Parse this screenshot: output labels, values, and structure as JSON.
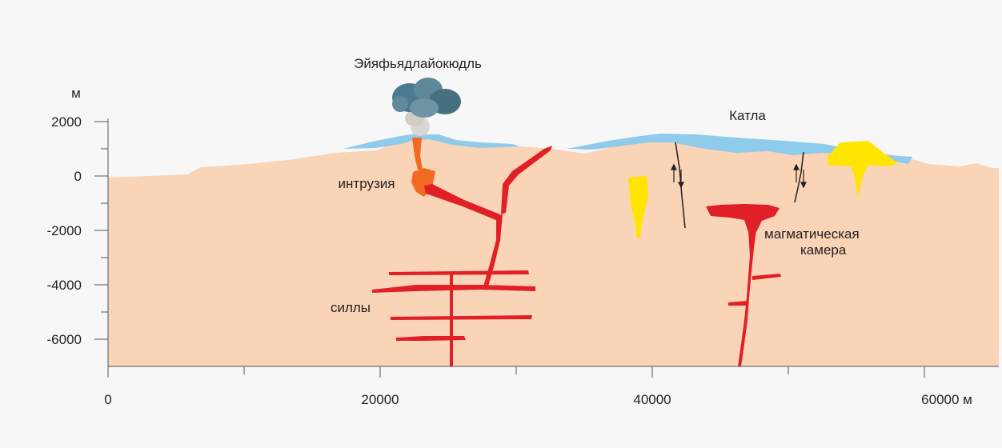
{
  "colors": {
    "background": "#f7f7f7",
    "crust": "#f9d4b7",
    "ice": "#8fcbeb",
    "magma": "#e11f26",
    "intrusion": "#f26a21",
    "old_magma": "#ffe500",
    "ash": "#4d7a8f",
    "axis": "#555555"
  },
  "y_axis": {
    "unit": "м",
    "ticks": [
      "2000",
      "0",
      "-2000",
      "-4000",
      "-6000"
    ]
  },
  "x_axis": {
    "ticks": [
      "0",
      "20000",
      "40000"
    ],
    "last_tick": "60000 м"
  },
  "labels": {
    "volcano_1": "Эйяфьядлайокюдль",
    "volcano_2": "Катла",
    "intrusion": "интрузия",
    "magma_chamber_line1": "магматическая",
    "magma_chamber_line2": "камера",
    "sills": "силлы"
  },
  "icons": [
    "ash-plume-icon",
    "fault-arrows-icon"
  ]
}
